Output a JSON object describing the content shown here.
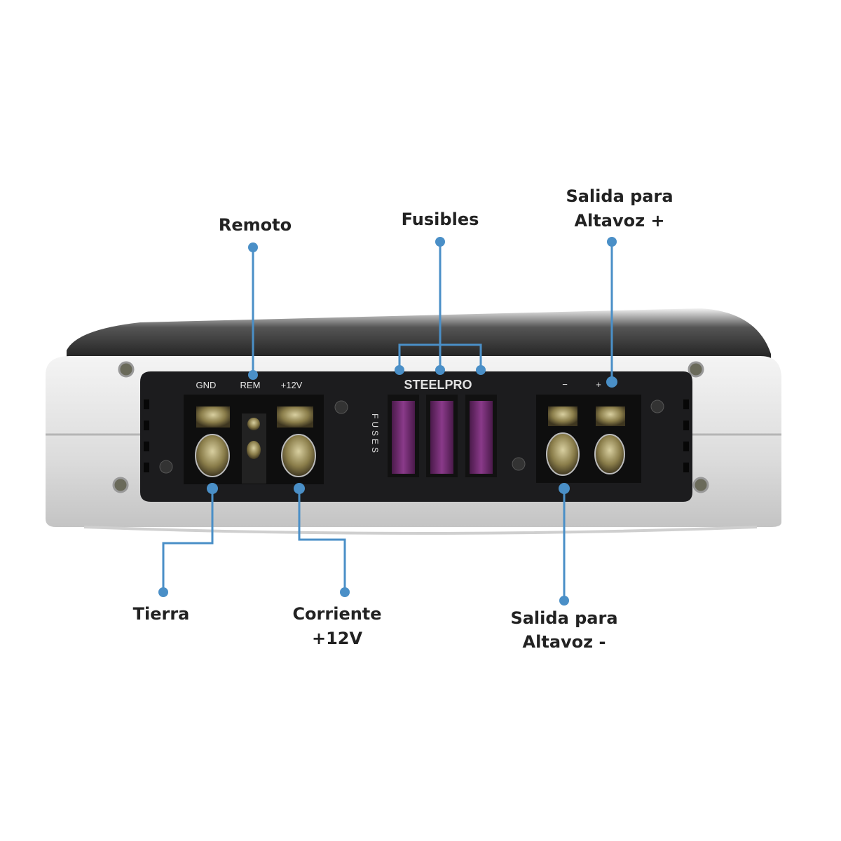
{
  "callouts": {
    "remote": {
      "label": "Remoto"
    },
    "fuses": {
      "label": "Fusibles"
    },
    "speaker_plus": {
      "line1": "Salida para",
      "line2": "Altavoz +"
    },
    "ground": {
      "label": "Tierra"
    },
    "power": {
      "line1": "Corriente",
      "line2": "+12V"
    },
    "speaker_minus": {
      "line1": "Salida para",
      "line2": "Altavoz -"
    }
  },
  "panel": {
    "gnd": "GND",
    "rem": "REM",
    "v12": "+12V",
    "brand": "STEELPRO",
    "fuses": "FUSES",
    "minus": "−",
    "plus": "+"
  },
  "colors": {
    "callout": "#4a8fc7",
    "fuse": "#6a2a6a",
    "panel": "#1c1c1e"
  }
}
